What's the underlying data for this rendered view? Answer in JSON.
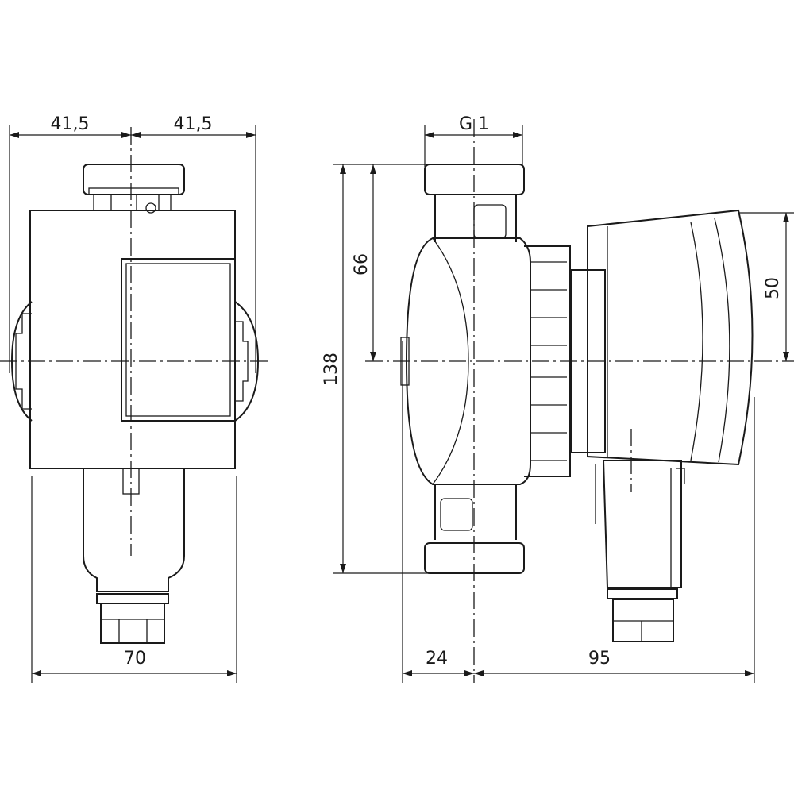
{
  "title": "Pump dimension drawing",
  "front_view": {
    "dim_top_left": "41,5",
    "dim_top_right": "41,5",
    "dim_bottom_width": "70"
  },
  "side_view": {
    "dim_thread": "G 1",
    "dim_upper_height": "66",
    "dim_total_height": "138",
    "dim_head_height": "50",
    "dim_left_offset": "24",
    "dim_right_depth": "95"
  },
  "colors": {
    "line": "#1a1a1a",
    "background": "#ffffff"
  }
}
